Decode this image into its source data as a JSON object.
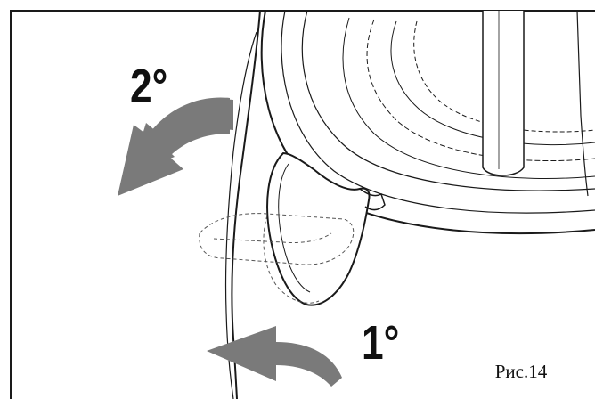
{
  "labels": {
    "step_2": "2°",
    "step_1": "1°"
  },
  "caption": "Рис.14",
  "colors": {
    "line": "#1a1a1a",
    "arrow": "#7a7a7a",
    "background": "#ffffff"
  },
  "icons": {
    "arrow_top": "curved-arrow-left-icon",
    "arrow_bottom": "curved-arrow-left-icon"
  }
}
